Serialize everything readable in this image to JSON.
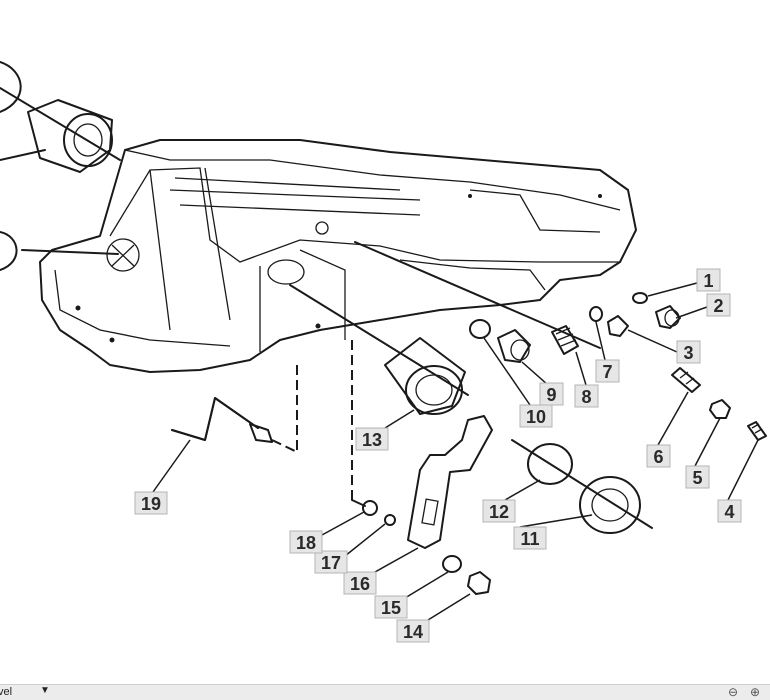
{
  "callouts": [
    "1",
    "2",
    "3",
    "4",
    "5",
    "6",
    "7",
    "8",
    "9",
    "10",
    "11",
    "12",
    "13",
    "14",
    "15",
    "16",
    "17",
    "18",
    "19"
  ],
  "status_bar": {
    "level_label": "vel",
    "dropdown_icon": "caret-down-icon",
    "zoom_out_icon": "zoom-out-icon",
    "zoom_in_icon": "zoom-in-icon"
  }
}
